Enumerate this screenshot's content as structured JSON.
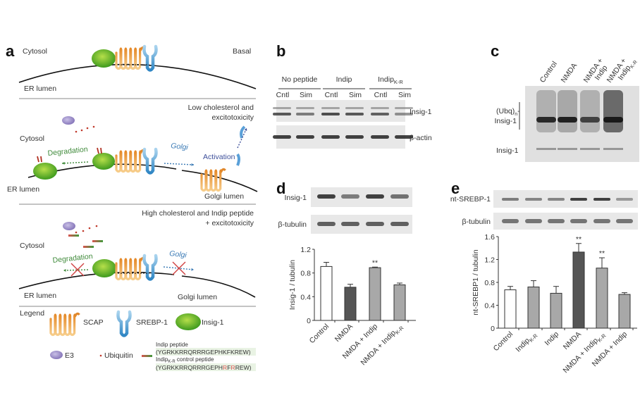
{
  "panel_a": {
    "label": "a",
    "basal": {
      "cytosol": "Cytosol",
      "state": "Basal",
      "er_lumen": "ER lumen"
    },
    "low": {
      "state_line1": "Low cholesterol and",
      "state_line2": "excitotoxicity",
      "cytosol": "Cytosol",
      "degradation": "Degradation",
      "golgi": "Golgi",
      "activation": "Activation",
      "er_lumen": "ER lumen",
      "golgi_lumen": "Golgi lumen"
    },
    "high": {
      "state_line1": "High cholesterol and Indip peptide",
      "state_line2": "+ excitotoxicity",
      "cytosol": "Cytosol",
      "degradation": "Degradation",
      "golgi": "Golgi",
      "er_lumen": "ER lumen",
      "golgi_lumen": "Golgi lumen"
    },
    "legend": {
      "title": "Legend",
      "scap": "SCAP",
      "srebp": "SREBP-1",
      "insig": "Insig-1",
      "e3": "E3",
      "ubiquitin": "Ubiquitin",
      "indip_title": "Indip peptide",
      "indip_seq": "(YGRKKRRQRRRGEPHKFKREW)",
      "kr_title": "Indip",
      "kr_sub": "K-R",
      "kr_title_rest": " control peptide",
      "kr_seq_a": "(YGRKKRRQRRRGEPH",
      "kr_seq_r1": "R",
      "kr_seq_f": "F",
      "kr_seq_r2": "R",
      "kr_seq_end": "REW)"
    }
  },
  "panel_b": {
    "label": "b",
    "groups": [
      {
        "name": "No peptide",
        "sub": ""
      },
      {
        "name": "Indip",
        "sub": ""
      },
      {
        "name": "Indip",
        "sub": "K-R"
      }
    ],
    "lanes": [
      "Cntl",
      "Sim",
      "Cntl",
      "Sim",
      "Cntl",
      "Sim"
    ],
    "blots": [
      "Insig-1",
      "β-actin"
    ]
  },
  "panel_c": {
    "label": "c",
    "lanes": [
      {
        "l1": "Control",
        "l2": "",
        "sub": ""
      },
      {
        "l1": "NMDA",
        "l2": "",
        "sub": ""
      },
      {
        "l1": "NMDA +",
        "l2": "Indip",
        "sub": ""
      },
      {
        "l1": "NMDA +",
        "l2": "Indip",
        "sub": "K-R"
      }
    ],
    "ubq_label": "(Ubq)",
    "ubq_sub": "n",
    "ubq_dash": "-",
    "ubq_line2": "Insig-1",
    "insig_label": "Insig-1"
  },
  "panel_d": {
    "label": "d",
    "blots": [
      "Insig-1",
      "β-tubulin"
    ]
  },
  "panel_e": {
    "label": "e",
    "blots": [
      "nt-SREBP-1",
      "β-tubulin"
    ]
  },
  "chart_data": [
    {
      "type": "bar",
      "panel": "d",
      "ylabel": "Insig-1 / tubulin",
      "ylim": [
        0,
        1.2
      ],
      "yticks": [
        "0",
        "0.4",
        "0.8",
        "1.2"
      ],
      "categories": [
        {
          "base": "Control",
          "sub": ""
        },
        {
          "base": "NMDA",
          "sub": ""
        },
        {
          "base": "NMDA + Indip",
          "sub": ""
        },
        {
          "base": "NMDA + Indip",
          "sub": "K-R"
        }
      ],
      "values": [
        0.91,
        0.56,
        0.89,
        0.6
      ],
      "errors": [
        0.07,
        0.05,
        0.01,
        0.03
      ],
      "colors": [
        "#ffffff",
        "#555555",
        "#a8a8a8",
        "#a8a8a8"
      ],
      "annotations": [
        "",
        "",
        "**",
        ""
      ]
    },
    {
      "type": "bar",
      "panel": "e",
      "ylabel": "nt-SREBP1 / tubulin",
      "ylim": [
        0,
        1.6
      ],
      "yticks": [
        "0",
        "0.4",
        "0.8",
        "1.2",
        "1.6"
      ],
      "categories": [
        {
          "base": "Control",
          "sub": ""
        },
        {
          "base": "Indip",
          "sub": "K-R"
        },
        {
          "base": "Indip",
          "sub": ""
        },
        {
          "base": "NMDA",
          "sub": ""
        },
        {
          "base": "NMDA + Indip",
          "sub": "K-R"
        },
        {
          "base": "NMDA + Indip",
          "sub": ""
        }
      ],
      "values": [
        0.67,
        0.72,
        0.61,
        1.33,
        1.05,
        0.59
      ],
      "errors": [
        0.06,
        0.11,
        0.12,
        0.15,
        0.18,
        0.03
      ],
      "colors": [
        "#ffffff",
        "#a8a8a8",
        "#a8a8a8",
        "#555555",
        "#a8a8a8",
        "#a8a8a8"
      ],
      "annotations": [
        "",
        "",
        "",
        "**",
        "**",
        ""
      ]
    }
  ]
}
